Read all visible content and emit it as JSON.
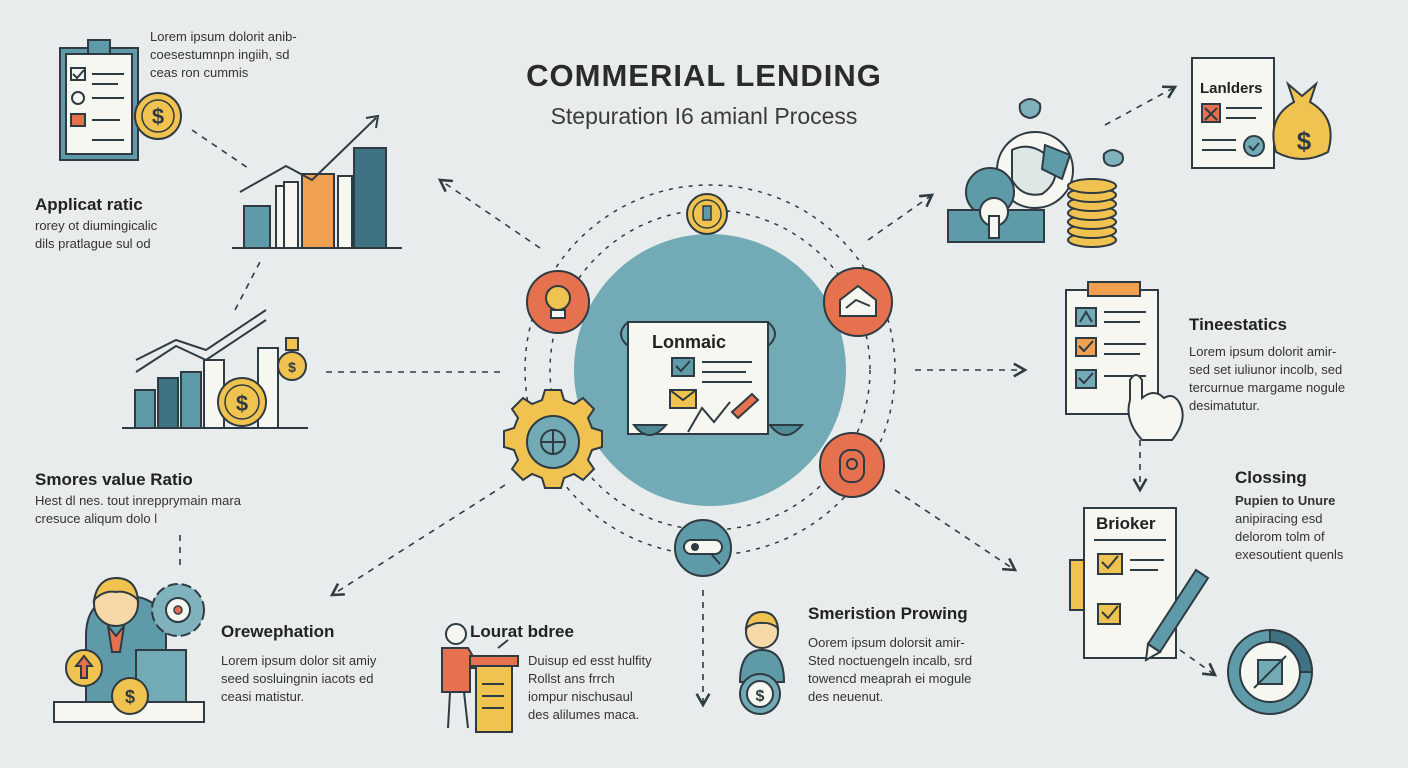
{
  "header": {
    "title": "COMMERIAL LENDING",
    "subtitle": "Stepuration I6 amianl Process"
  },
  "center": {
    "label": "Lonmaic"
  },
  "sections": {
    "top_left_note": {
      "body": [
        "Lorem ipsum dolorit anib-",
        "coesestumnpn ingiih, sd",
        "ceas ron cummis"
      ]
    },
    "applicat": {
      "title": "Applicat ratic",
      "body": [
        "rorey ot diumingicalic",
        "dils pratlague sul od"
      ]
    },
    "smores": {
      "title": "Smores value Ratio",
      "body": [
        "Hest dl nes. tout inrepprymain mara",
        "cresuce aliqum dolo l"
      ]
    },
    "orewephation": {
      "title": "Orewephation",
      "body": [
        "Lorem ipsum dolor sit amiy",
        "seed sosluingnin iacots ed",
        "ceasi matistur."
      ]
    },
    "louratbdree": {
      "title": "Lourat bdree",
      "body": [
        "Duisup ed esst hulfity",
        "Rollst ans frrch",
        "iompur nischusaul",
        "des alilumes maca."
      ]
    },
    "smeristion": {
      "title": "Smeristion Prowing",
      "body": [
        "Oorem ipsum dolorsit amir-",
        "Sted noctuengeln incalb, srd",
        "towencd meaprah ei mogule",
        "des neuenut."
      ]
    },
    "lenders_card": {
      "title": "Lanlders"
    },
    "tineestatics": {
      "title": "Tineestatics",
      "body": [
        "Lorem ipsum dolorit amir-",
        "sed set iuliunor incolb, sed",
        "tercurnue margame nogule",
        "desimatutur."
      ]
    },
    "clossing": {
      "title": "Clossing",
      "body": [
        "Pupien to Unure",
        "anipiracing esd",
        "delorom tolm of",
        "exesoutient quenls"
      ]
    },
    "broker_card": {
      "title": "Brioker"
    }
  },
  "colors": {
    "teal": "#5e9aa7",
    "dark_teal": "#3f7383",
    "orange": "#e5714f",
    "yellow": "#f0c24f",
    "light_blue": "#7fb2bd",
    "outline": "#2f3b42"
  },
  "icons": [
    "clipboard-checklist-icon",
    "dollar-coin-icon",
    "bar-chart-up-icon",
    "money-bag-icon",
    "coin-stack-icon",
    "gear-icon",
    "lightbulb-person-icon",
    "handshake-icon",
    "lock-icon",
    "scroll-document-icon",
    "tablet-pointer-icon",
    "pen-icon",
    "pie-chart-icon",
    "businessman-icon",
    "podium-speaker-icon"
  ]
}
